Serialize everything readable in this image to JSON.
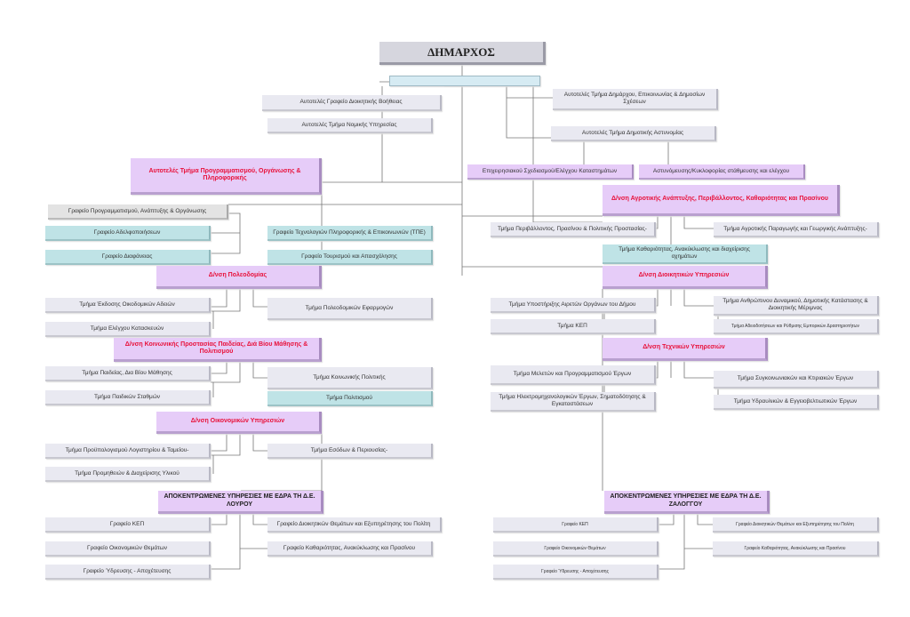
{
  "mayor": "ΔΗΜΑΡΧΟΣ",
  "top": {
    "admin_assist": "Αυτοτελές Γραφείο Διοικητικής Βοήθειας",
    "legal": "Αυτοτελές Τμήμα Νομικής Υπηρεσίας",
    "mayor_comm": "Αυτοτελές Τμήμα Δημάρχου, Επικοινωνίας & Δημοσίων Σχέσεων",
    "police": "Αυτοτελές Τμήμα Δημοτικής Αστυνομίας",
    "police_ops": "Επιχειρησιακού Σχεδιασμού/Ελέγχου Καταστημάτων",
    "police_traffic": "Αστυνόμευσης/Κυκλοφορίας στάθμευσης και ελέγχου",
    "planning": "Αυτοτελές Τμήμα Προγραμματισμού, Οργάνωσης & Πληροφορικής"
  },
  "planning_units": {
    "prog_office": "Γραφείο Προγραμματισμού, Ανάπτυξης & Οργάνωσης",
    "twinning": "Γραφείο Αδελφοποιήσεων",
    "transparency": "Γραφείο Διαφάνειας",
    "ict": "Γραφείο Τεχνολογιών Πληροφορικής & Επικοινωνιών (ΤΠΕ)",
    "tourism": "Γραφείο Τουρισμού και Απασχόλησης"
  },
  "agri": {
    "title": "Δ/νση  Αγροτικής Ανάπτυξης, Περιβάλλοντος, Καθαριότητας και Πρασίνου",
    "env": "Τμήμα Περιβάλλοντος, Πρασίνου & Πολιτικής Προστασίας-",
    "agri_prod": "Τμήμα Αγροτικής Παραγωγής και Γεωργικής Ανάπτυξης-",
    "cleaning": "Τμήμα Καθαριότητας, Ανακύκλωσης και διαχείρισης οχημάτων"
  },
  "urban": {
    "title": "Δ/νση Πολεοδομίας",
    "permits": "Τμήμα Έκδοσης Οικοδομικών Αδειών",
    "control": "Τμήμα Ελέγχου Κατασκευών",
    "apps": "Τμήμα Πολεοδομικών Εφαρμογών"
  },
  "admin": {
    "title": "Δ/νση  Διοικητικών Υπηρεσιών",
    "support": "Τμήμα Υποστήριξης Αιρετών Οργάνων του Δήμου",
    "kep": "Τμήμα ΚΕΠ",
    "hr": "Τμήμα Ανθρώπινου Δυναμικού, Δημοτικής Κατάστασης & Διοικητικής Μέριμνας",
    "licensing": "Τμήμα Αδειοδοτήσεων  και Ρύθμισης Εμπορικών Δραστηριοτήτων"
  },
  "social": {
    "title": "Δ/νση Κοινωνικής Προστασίας Παιδείας, Διά Βίου Μάθησης & Πολιτισμού",
    "education": "Τμήμα Παιδείας, Δια Βίου Μάθησης",
    "nurseries": "Τμήμα Παιδικών Σταθμών",
    "policy": "Τμήμα Κοινωνικής Πολιτικής",
    "culture": "Τμήμα Πολιτισμού"
  },
  "tech": {
    "title": "Δ/νση Τεχνικών Υπηρεσιών",
    "studies": "Τμήμα Μελετών και Προγραμματισμού Έργων",
    "electro": "Τμήμα Ηλεκτρομηχανολογικών Έργων, Σηματοδότησης & Εγκαταστάσεων",
    "transport": "Τμήμα Συγκοινωνιακών και Κτιριακών Έργων",
    "hydraulic": "Τμήμα Υδραυλικών & Εγγειοβελτιωτικών Έργων"
  },
  "finance": {
    "title": "Δ/νση Οικονομικών Υπηρεσιών",
    "budget": "Τμήμα Προϋπολογισμού Λογιστηρίου & Ταμείου-",
    "revenue": "Τμήμα Εσόδων & Περιουσίας-",
    "procurement": "Τμήμα Προμηθειών & Διαχείρισης Υλικού"
  },
  "louros": {
    "title": "ΑΠΟΚΕΝΤΡΩΜΕΝΕΣ ΥΠΗΡΕΣΙΕΣ ΜΕ ΕΔΡΑ ΤΗ Δ.Ε. ΛΟΥΡΟΥ",
    "kep": "Γραφείο ΚΕΠ",
    "finance": "Γραφείο Οικονομικών Θεμάτων",
    "water": "Γραφείο Ύδρευσης - Αποχέτευσης",
    "admin": "Γραφείο Διοικητικών Θεμάτων και Εξυπηρέτησης του Πολίτη",
    "cleaning": "Γραφείο Καθαριότητας, Ανακύκλωσης και Πρασίνου"
  },
  "zalongo": {
    "title": "ΑΠΟΚΕΝΤΡΩΜΕΝΕΣ ΥΠΗΡΕΣΙΕΣ ΜΕ ΕΔΡΑ ΤΗ Δ.Ε. ΖΑΛΟΓΓΟΥ",
    "kep": "Γραφείο ΚΕΠ",
    "finance": "Γραφείο Οικονομικών Θεμάτων",
    "water": "Γραφείο Ύδρευσης - Αποχέτευσης",
    "admin": "Γραφείο Διοικητικών Θεμάτων και Εξυπηρέτησης του Πολίτη",
    "cleaning": "Γραφείο Καθαριότητας, Ανακύκλωσης και Πρασίνου"
  }
}
